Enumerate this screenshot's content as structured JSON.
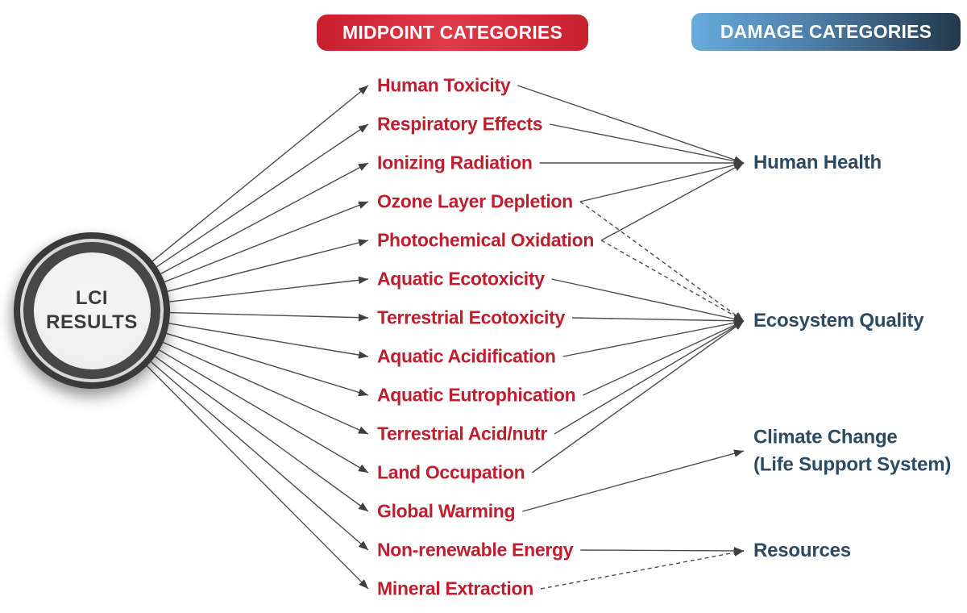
{
  "headers": {
    "midpoint": "MIDPOINT CATEGORIES",
    "damage": "DAMAGE CATEGORIES"
  },
  "lci_node": {
    "line1": "LCI",
    "line2": "RESULTS"
  },
  "midpoint_categories": [
    {
      "label": "Human Toxicity",
      "targets": [
        {
          "to": "human_health",
          "style": "solid"
        }
      ]
    },
    {
      "label": "Respiratory Effects",
      "targets": [
        {
          "to": "human_health",
          "style": "solid"
        }
      ]
    },
    {
      "label": "Ionizing Radiation",
      "targets": [
        {
          "to": "human_health",
          "style": "solid"
        }
      ]
    },
    {
      "label": "Ozone Layer Depletion",
      "targets": [
        {
          "to": "human_health",
          "style": "solid"
        },
        {
          "to": "ecosystem_quality",
          "style": "dashed"
        }
      ]
    },
    {
      "label": "Photochemical Oxidation",
      "targets": [
        {
          "to": "human_health",
          "style": "solid"
        },
        {
          "to": "ecosystem_quality",
          "style": "dashed"
        }
      ]
    },
    {
      "label": "Aquatic Ecotoxicity",
      "targets": [
        {
          "to": "ecosystem_quality",
          "style": "solid"
        }
      ]
    },
    {
      "label": "Terrestrial Ecotoxicity",
      "targets": [
        {
          "to": "ecosystem_quality",
          "style": "solid"
        }
      ]
    },
    {
      "label": "Aquatic Acidification",
      "targets": [
        {
          "to": "ecosystem_quality",
          "style": "solid"
        }
      ]
    },
    {
      "label": "Aquatic Eutrophication",
      "targets": [
        {
          "to": "ecosystem_quality",
          "style": "solid"
        }
      ]
    },
    {
      "label": "Terrestrial Acid/nutr",
      "targets": [
        {
          "to": "ecosystem_quality",
          "style": "solid"
        }
      ]
    },
    {
      "label": "Land Occupation",
      "targets": [
        {
          "to": "ecosystem_quality",
          "style": "solid"
        }
      ]
    },
    {
      "label": "Global Warming",
      "targets": [
        {
          "to": "climate_change",
          "style": "solid"
        }
      ]
    },
    {
      "label": "Non-renewable Energy",
      "targets": [
        {
          "to": "resources",
          "style": "solid"
        }
      ]
    },
    {
      "label": "Mineral Extraction",
      "targets": [
        {
          "to": "resources",
          "style": "dashed"
        }
      ]
    }
  ],
  "damage_categories": [
    {
      "id": "human_health",
      "label": "Human Health"
    },
    {
      "id": "ecosystem_quality",
      "label": "Ecosystem Quality"
    },
    {
      "id": "climate_change",
      "label": "Climate Change",
      "sublabel": "(Life Support System)"
    },
    {
      "id": "resources",
      "label": "Resources"
    }
  ],
  "colors": {
    "midpoint_text": "#be1e2d",
    "damage_text": "#2c4a62",
    "midpoint_header_red": "#d2293a",
    "damage_header_blue_start": "#68abdc",
    "damage_header_blue_end": "#23384a",
    "connector_line": "#4d4d4d",
    "node_ring_dark": "#3a3a3a",
    "node_ring_light": "#d8d8d8",
    "node_fill": "#f1f1f1"
  }
}
